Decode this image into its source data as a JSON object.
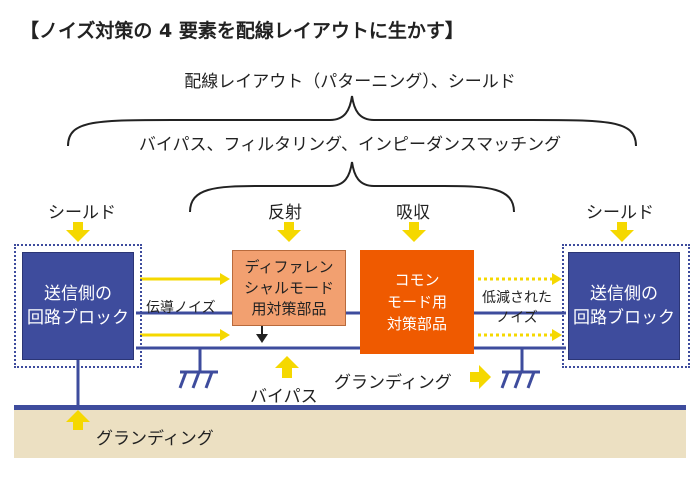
{
  "title": "【ノイズ対策の 4 要素を配線レイアウトに生かす】",
  "labels": {
    "top_layout": "配線レイアウト（パターニング）、シールド",
    "mid_techniques": "バイパス、フィルタリング、インピーダンスマッチング",
    "shield_left": "シールド",
    "shield_right": "シールド",
    "reflection": "反射",
    "absorption": "吸収",
    "conducted_noise": "伝導ノイズ",
    "reduced_noise_line1": "低減された",
    "reduced_noise_line2": "ノイズ",
    "bypass": "バイパス",
    "grounding_mid": "グランディング",
    "grounding_bottom": "グランディング"
  },
  "blocks": {
    "sender": {
      "line1": "送信側の",
      "line2": "回路ブロック"
    },
    "receiver": {
      "line1": "送信側の",
      "line2": "回路ブロック"
    },
    "differential": {
      "line1": "ディファレン",
      "line2": "シャルモード",
      "line3": "用対策部品"
    },
    "common": {
      "line1": "コモン",
      "line2": "モード用",
      "line3": "対策部品"
    }
  },
  "colors": {
    "block_blue": "#3e4c9d",
    "differential_orange": "#f2a070",
    "common_orange": "#ef5a00",
    "arrow_yellow": "#f5d800",
    "ground_band": "#ece0c2"
  }
}
